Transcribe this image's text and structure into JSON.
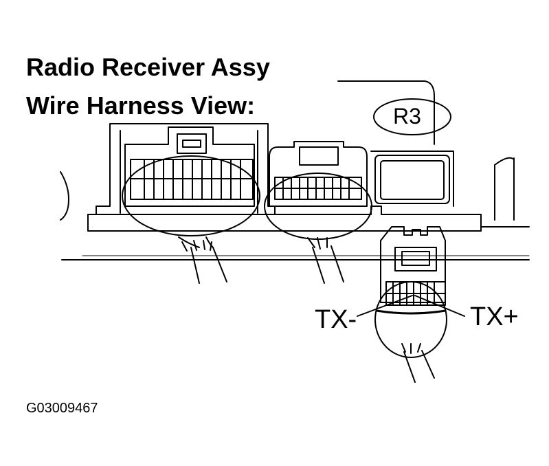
{
  "title": {
    "line1": "Radio Receiver Assy",
    "line2": "Wire Harness View:"
  },
  "connector_tag": "R3",
  "terminals": {
    "tx_minus": "TX-",
    "tx_plus": "TX+"
  },
  "figure_code": "G03009467"
}
